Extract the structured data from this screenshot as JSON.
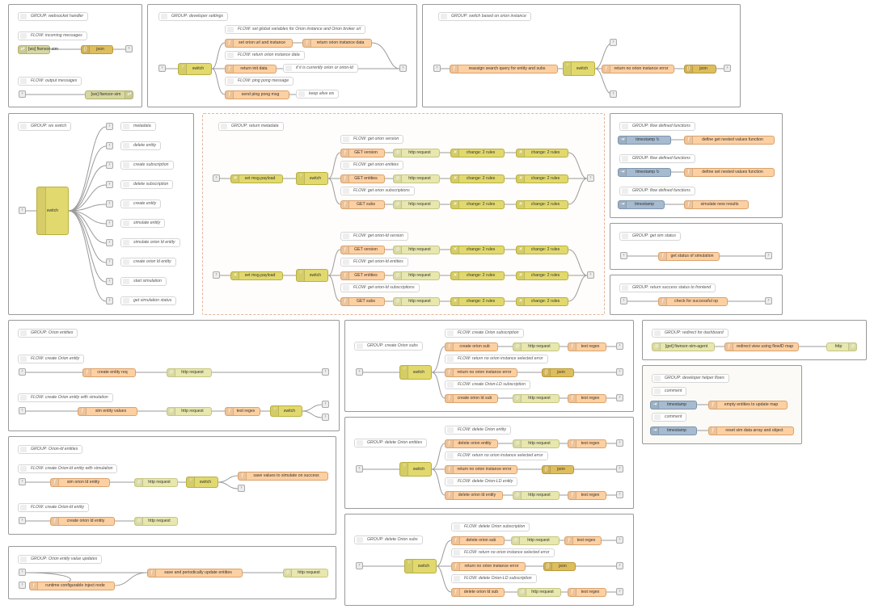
{
  "groups": [
    {
      "id": "g-websocket",
      "title": "GROUP: websocket handler"
    },
    {
      "id": "g-dev",
      "title": "GROUP: developer settings"
    },
    {
      "id": "g-switchorion",
      "title": "GROUP: switch based on orion instance"
    },
    {
      "id": "g-wsswitch",
      "title": "GROUP: ws switch"
    },
    {
      "id": "g-returnmeta",
      "title": "GROUP: return metadata"
    },
    {
      "id": "g-flowfns1",
      "title": "GROUP: flow defined functions"
    },
    {
      "id": "g-flowfns2",
      "title": "GROUP: flow defined functions"
    },
    {
      "id": "g-flowfns3",
      "title": "GROUP: flow defined functions"
    },
    {
      "id": "g-simstatus",
      "title": "GROUP: get sim status"
    },
    {
      "id": "g-success",
      "title": "GROUP: return success status to frontend"
    },
    {
      "id": "g-orionent",
      "title": "GROUP: Orion entities"
    },
    {
      "id": "g-createsubs",
      "title": "GROUP: create Orion subs"
    },
    {
      "id": "g-redirect",
      "title": "GROUP: redirect for dashboard"
    },
    {
      "id": "g-helper",
      "title": "GROUP: developer helper flows"
    },
    {
      "id": "g-orionld",
      "title": "GROUP: Orion-ld entities"
    },
    {
      "id": "g-deleteent",
      "title": "GROUP: delete Orion entities"
    },
    {
      "id": "g-valupd",
      "title": "GROUP: Orion entity value updates"
    },
    {
      "id": "g-deletesubs",
      "title": "GROUP: delete Orion subs"
    }
  ],
  "comments": [
    "FLOW: incoming messages",
    "FLOW: output messages",
    "FLOW: set global variables for Orion instance and Orion broker url",
    "FLOW: return orion instance data",
    "FLOW: ping pong message",
    "if it is currently orion or orion-ld",
    "keep alive ws",
    "metadata",
    "delete entity",
    "create subscription",
    "delete subscription",
    "create entity",
    "simulate entity",
    "simulate orion ld entity",
    "create orion ld entity",
    "start simulation",
    "get simulation status",
    "FLOW: get orion version",
    "FLOW: get orion entities",
    "FLOW: get orion subscriptions",
    "FLOW: get orion-ld version",
    "FLOW: get orion-ld entities",
    "FLOW: get orion-ld subscriptions",
    "FLOW: create Orion entity",
    "FLOW: create Orion entity with simulation",
    "FLOW: create Orion subscription",
    "FLOW: return no orion instance selected error",
    "FLOW: create Orion-LD subscription",
    "comment",
    "comment",
    "FLOW: create Orion-ld entity with simulation",
    "FLOW: create Orion-ld entity",
    "FLOW: delete Orion entity",
    "FLOW: return no orion instance selected error",
    "FLOW: delete Orion-LD entity",
    "FLOW: delete Orion subscription",
    "FLOW: return no orion instance selected error",
    "FLOW: delete Orion-LD subscription"
  ],
  "nodes": {
    "ws_in": "[ws] fiwnsor-sim",
    "json": "json",
    "ws_out": "[ws] fiwnsor-sim",
    "switch": "switch",
    "set_orion_url": "set orion url and instance",
    "return_orion_data": "return orion instance data",
    "return_init": "return init data",
    "send_ping": "send ping pong msg",
    "reassign": "reassign search query for entity and subs",
    "return_no_orion": "return no orion instance error",
    "set_payload": "set msg.payload",
    "get_version": "GET version",
    "get_entities": "GET entities",
    "get_subs": "GET subs",
    "http_request": "http request",
    "change_2": "change: 2 rules",
    "timestamp": "timestamp",
    "timestamp_r": "timestamp ↻",
    "define_get": "define get nested values function",
    "define_set": "define set nested values function",
    "simulate_new": "simulate new results",
    "get_status": "get status of simulation",
    "check_success": "check for successful op",
    "create_entity_req": "create entity req",
    "sim_entity_values": "sim entity values",
    "test_regex": "test regex",
    "create_orion_sub": "create orion sub",
    "create_orion_ld_sub": "create orion ld sub",
    "http_in": "[get] fiwnsor-sim-agent",
    "redirect_view": "redirect view using flowID map",
    "http": "http",
    "empty_entities": "empty entities to update map",
    "reset_sim": "reset sim data array and object",
    "sim_orion_ld": "sim orion ld entity",
    "save_values": "save values to simulate on success",
    "create_orion_ld": "create orion ld entity",
    "delete_orion_entity": "delete orion entity",
    "delete_orion_ld_entity": "delete orion ld entity",
    "save_periodic": "save and periodically update entities",
    "runtime_inject": "runtime configurable inject node",
    "delete_orion_sub": "delete orion sub",
    "delete_orion_ld_sub": "delete orion ld sub"
  },
  "colors": {
    "function": "#fdd0a2",
    "switch": "#e2d96e",
    "http": "#e7e7ae",
    "json": "#debd5c",
    "timestamp": "#a6bbcf",
    "wire": "#999999"
  }
}
